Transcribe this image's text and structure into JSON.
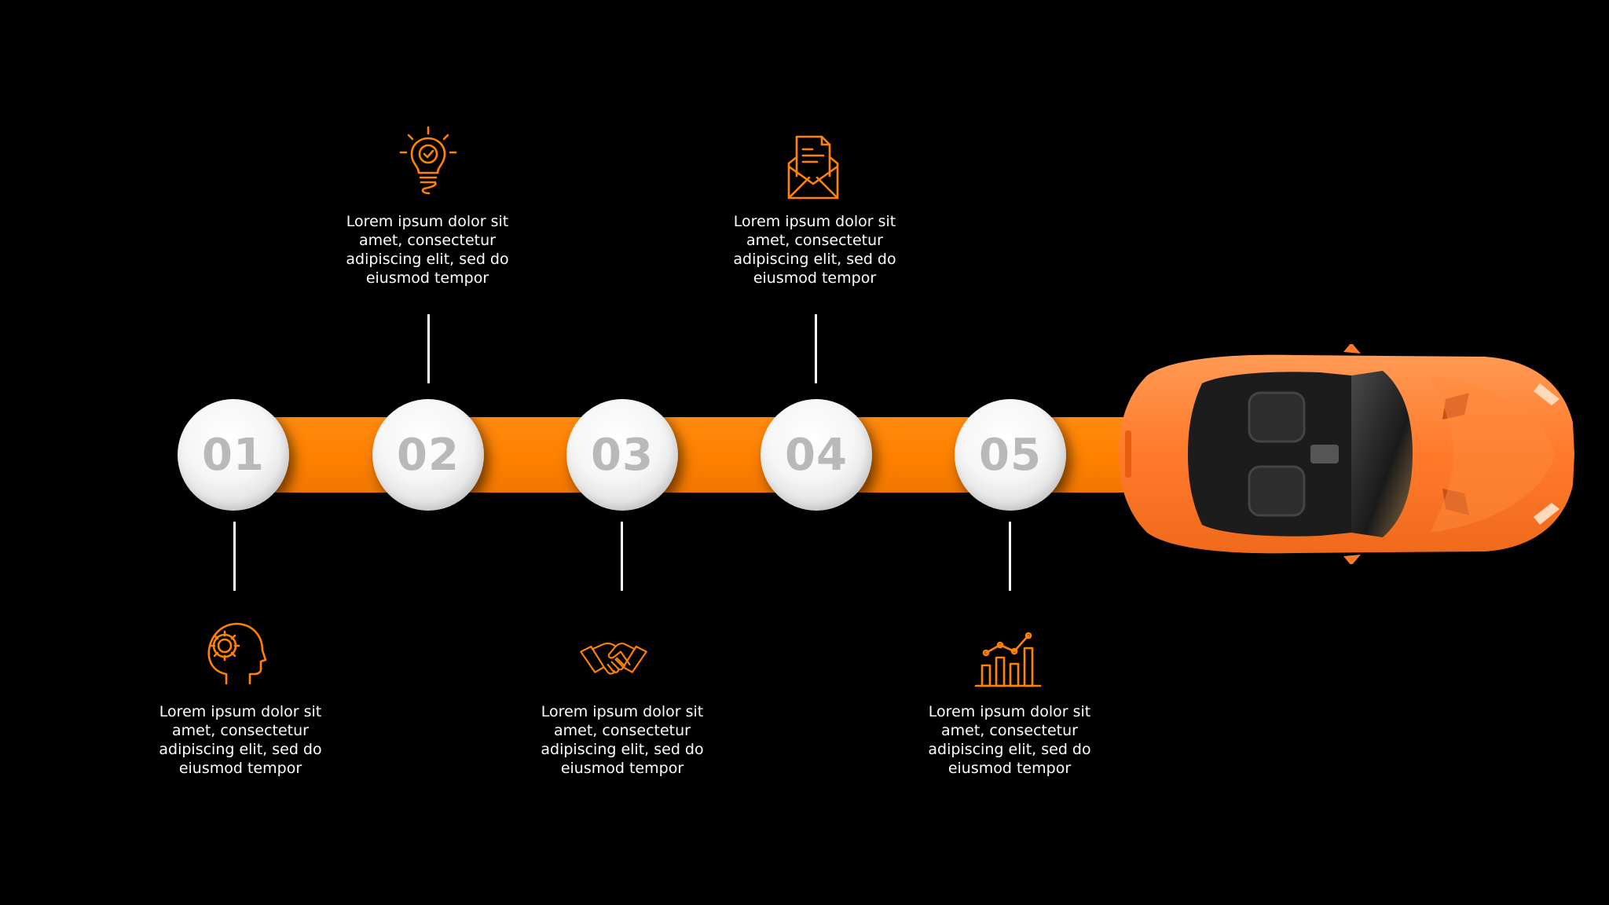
{
  "colors": {
    "background": "#000000",
    "accent": "#ff8200",
    "car_body": "#ff7a2a",
    "node_fill": "#f6f6f6",
    "node_number": "#b9b9b9",
    "text": "#ffffff"
  },
  "steps": [
    {
      "number": "01",
      "icon": "gear-head-icon",
      "text": [
        "Lorem ipsum dolor sit",
        "amet, consectetur",
        "adipiscing elit, sed do",
        "eiusmod tempor"
      ]
    },
    {
      "number": "02",
      "icon": "lightbulb-check-icon",
      "text": [
        "Lorem ipsum dolor sit",
        "amet, consectetur",
        "adipiscing elit, sed do",
        "eiusmod tempor"
      ]
    },
    {
      "number": "03",
      "icon": "handshake-icon",
      "text": [
        "Lorem ipsum dolor sit",
        "amet, consectetur",
        "adipiscing elit, sed do",
        "eiusmod tempor"
      ]
    },
    {
      "number": "04",
      "icon": "envelope-letter-icon",
      "text": [
        "Lorem ipsum dolor sit",
        "amet, consectetur",
        "adipiscing elit, sed do",
        "eiusmod tempor"
      ]
    },
    {
      "number": "05",
      "icon": "bar-chart-growth-icon",
      "text": [
        "Lorem ipsum dolor sit",
        "amet, consectetur",
        "adipiscing elit, sed do",
        "eiusmod tempor"
      ]
    }
  ],
  "decoration": {
    "car_icon": "sports-car-top-view-icon"
  }
}
